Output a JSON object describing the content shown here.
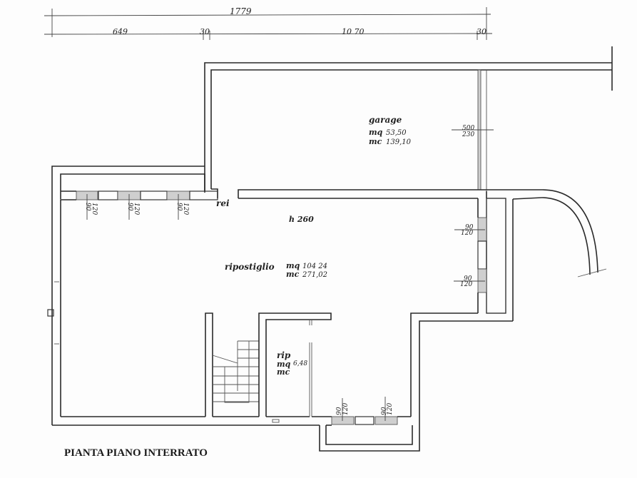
{
  "title": "PIANTA PIANO INTERRATO",
  "dimensions": {
    "total": "1779",
    "segments": [
      "649",
      "30",
      "10 70",
      "30"
    ]
  },
  "rooms": {
    "garage": {
      "name": "garage",
      "mq_label": "mq",
      "mq": "53,50",
      "mc_label": "mc",
      "mc": "139,10"
    },
    "ripostiglio": {
      "name": "ripostiglio",
      "mq_label": "mq",
      "mq": "104 24",
      "mc_label": "mc",
      "mc": "271,02"
    },
    "rip": {
      "name": "rip",
      "mq_label": "mq",
      "mq": "6,48",
      "mc_label": "mc"
    }
  },
  "height": "h 260",
  "fire_door": "rei",
  "openings": {
    "garage_door": {
      "w": "500",
      "h": "230"
    },
    "windows_top": [
      {
        "w": "90",
        "h": "120"
      },
      {
        "w": "90",
        "h": "120"
      },
      {
        "w": "90",
        "h": "120"
      }
    ],
    "windows_right": [
      {
        "w": "90",
        "h": "120"
      },
      {
        "w": "90",
        "h": "120"
      }
    ],
    "windows_bottom": [
      {
        "w": "90",
        "h": "120"
      },
      {
        "w": "90",
        "h": "120"
      }
    ]
  }
}
